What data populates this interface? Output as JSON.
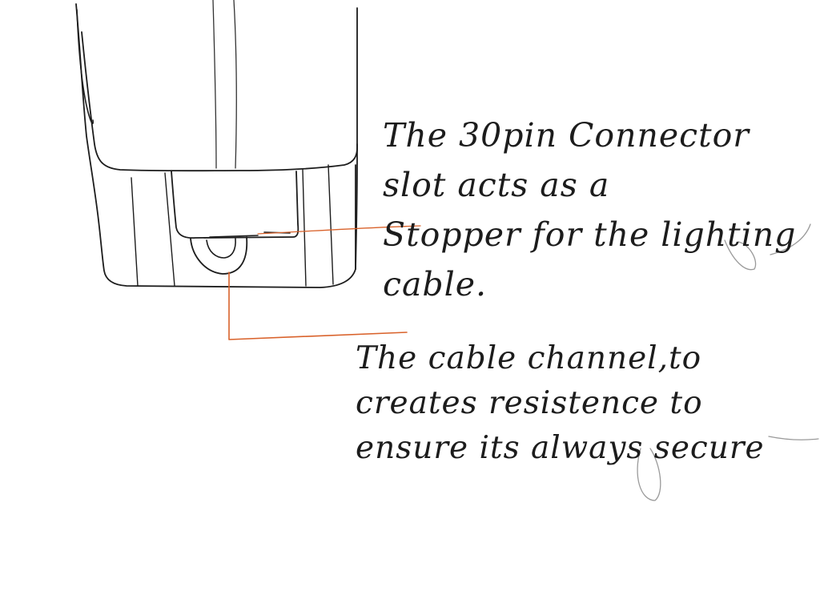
{
  "colors": {
    "ink": "#1c1c1c",
    "pencil": "#9a9a9a",
    "leader": "#d9622b",
    "background": "#ffffff"
  },
  "annotations": [
    {
      "id": "stopper",
      "lines": [
        "The 30pin Connector",
        "slot acts as a",
        "Stopper for the lighting",
        "cable."
      ]
    },
    {
      "id": "channel",
      "lines": [
        "The cable channel,to",
        "creates resistence to",
        "ensure its always secure"
      ]
    }
  ]
}
